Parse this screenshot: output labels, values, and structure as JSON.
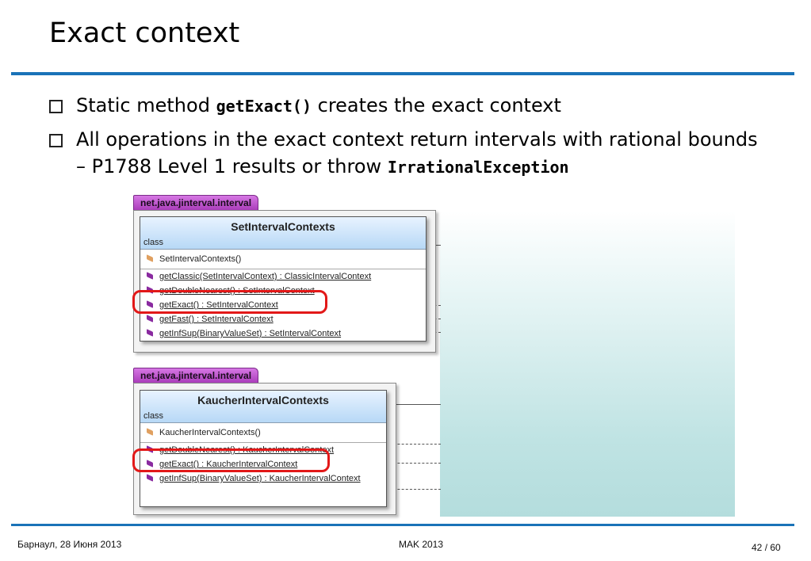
{
  "slide": {
    "title": "Exact context",
    "bullets": [
      {
        "pre": "Static method ",
        "code": "getExact()",
        "post": " creates the exact context"
      },
      {
        "pre": "All operations in the exact context return intervals with rational bounds – P1788 Level 1 results or throw ",
        "code": "IrrationalException",
        "post": ""
      }
    ]
  },
  "diagram": {
    "package1": {
      "tab": "net.java.jinterval.interval",
      "class_name": "SetIntervalContexts",
      "kind": "class",
      "constructor": "SetIntervalContexts()",
      "operations": [
        "getClassic(SetIntervalContext) : ClassicIntervalContext",
        "getDoubleNearest() : SetIntervalContext",
        "getExact() : SetIntervalContext",
        "getFast() : SetIntervalContext",
        "getInfSup(BinaryValueSet) : SetIntervalContext"
      ]
    },
    "package2": {
      "tab": "net.java.jinterval.interval",
      "class_name": "KaucherIntervalContexts",
      "kind": "class",
      "constructor": "KaucherIntervalContexts()",
      "operations": [
        "getDoubleNearest() : KaucherIntervalContext",
        "getExact() : KaucherIntervalContext",
        "getInfSup(BinaryValueSet) : KaucherIntervalContext"
      ]
    },
    "highlight_color": "#e21818",
    "tab_color": "#a83ab8",
    "header_color": "#b7d8f6"
  },
  "footer": {
    "left": "Барнаул, 28 Июня 2013",
    "center": "MAK 2013",
    "page": "42",
    "separator": " / ",
    "total": "60"
  },
  "colors": {
    "rule": "#1a73b8"
  }
}
